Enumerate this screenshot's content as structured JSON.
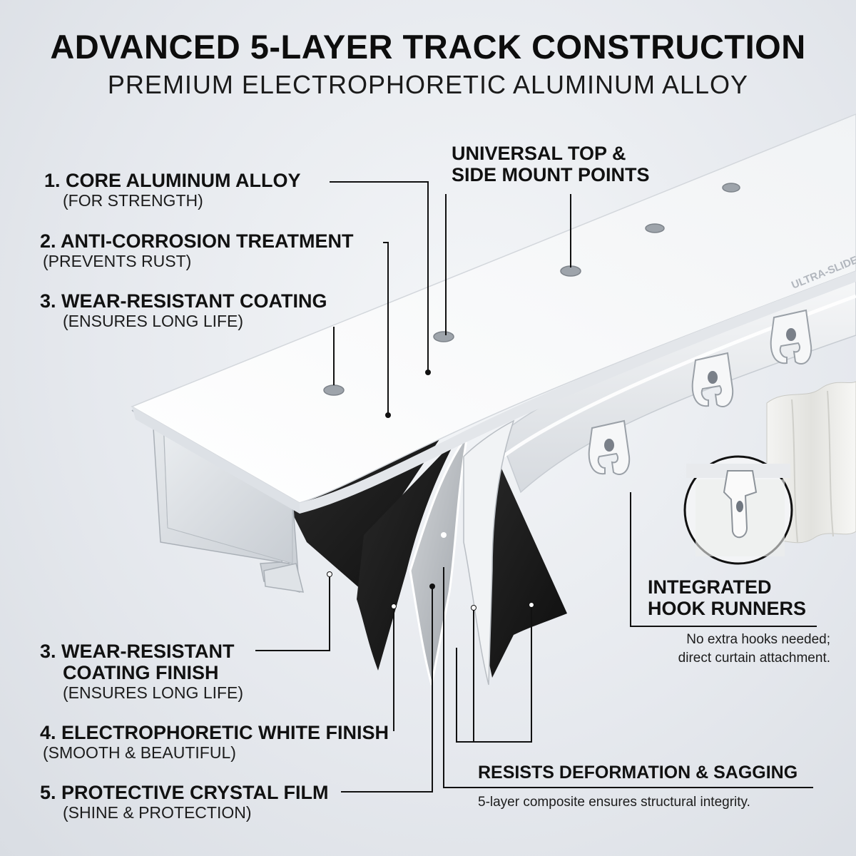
{
  "title": "ADVANCED 5-LAYER TRACK CONSTRUCTION",
  "subtitle": "PREMIUM ELECTROPHORETIC ALUMINUM ALLOY",
  "top_layers": [
    {
      "heading": "1. CORE ALUMINUM ALLOY",
      "detail": "(FOR STRENGTH)"
    },
    {
      "heading": "2. ANTI-CORROSION TREATMENT",
      "detail": "(PREVENTS RUST)"
    },
    {
      "heading": "3. WEAR-RESISTANT COATING",
      "detail": "(ENSURES LONG LIFE)"
    }
  ],
  "mount_points": {
    "line1": "UNIVERSAL TOP &",
    "line2": "SIDE MOUNT POINTS"
  },
  "brand_mark": "ULTRA-SLIDE",
  "bottom_layers": [
    {
      "heading_line1": "3. WEAR-RESISTANT",
      "heading_line2": "COATING FINISH",
      "detail": "(ENSURES LONG LIFE)"
    },
    {
      "heading": "4. ELECTROPHORETIC WHITE FINISH",
      "detail": "(SMOOTH & BEAUTIFUL)"
    },
    {
      "heading": "5. PROTECTIVE CRYSTAL FILM",
      "detail": "(SHINE & PROTECTION)"
    }
  ],
  "hook_runners": {
    "heading_line1": "INTEGRATED",
    "heading_line2": "HOOK RUNNERS",
    "desc_line1": "No extra hooks needed;",
    "desc_line2": "direct curtain attachment."
  },
  "deformation": {
    "heading": "RESISTS DEFORMATION & SAGGING",
    "desc": "5-layer composite ensures structural integrity."
  },
  "colors": {
    "background": "#e6e9ee",
    "track": "#ffffff",
    "layer_dark": "#1a1a1a",
    "text": "#111111"
  }
}
